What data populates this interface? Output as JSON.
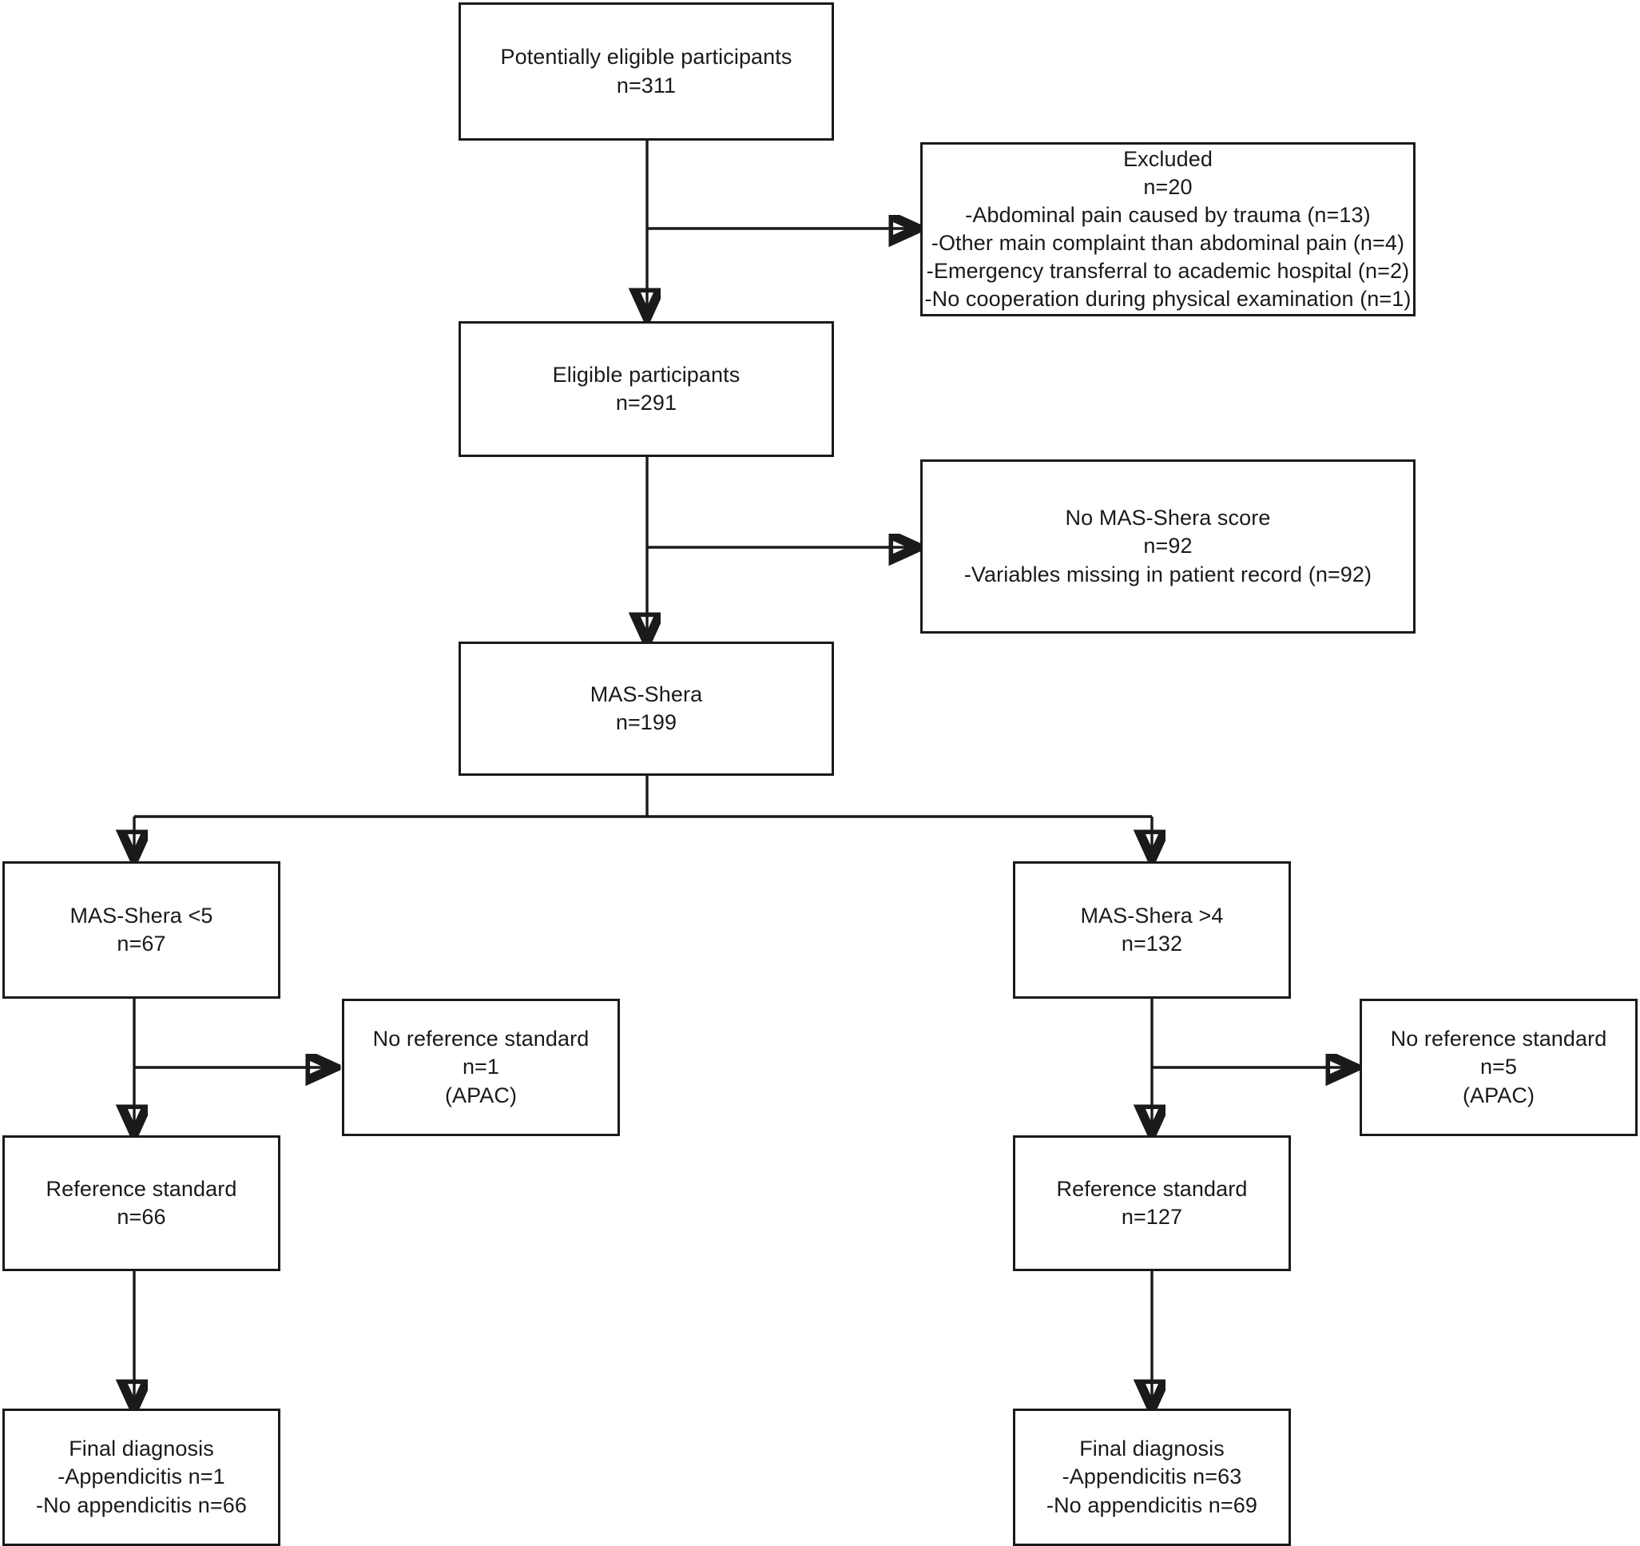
{
  "diagram": {
    "type": "flowchart",
    "title": "Participant flow diagram (MAS-Shera score study)",
    "nodes": {
      "potentially_eligible": {
        "lines": [
          "Potentially eligible participants",
          "n=311"
        ]
      },
      "excluded": {
        "lines": [
          "Excluded",
          "n=20",
          "-Abdominal pain caused by trauma (n=13)",
          "-Other main complaint than abdominal pain (n=4)",
          "-Emergency transferral to academic hospital (n=2)",
          "-No cooperation during physical examination (n=1)"
        ]
      },
      "eligible": {
        "lines": [
          "Eligible participants",
          "n=291"
        ]
      },
      "no_mas_shera_score": {
        "lines": [
          "No MAS-Shera score",
          "n=92",
          "-Variables missing in patient record (n=92)"
        ]
      },
      "mas_shera": {
        "lines": [
          "MAS-Shera",
          "n=199"
        ]
      },
      "mas_shera_low": {
        "lines": [
          "MAS-Shera <5",
          "n=67"
        ]
      },
      "mas_shera_high": {
        "lines": [
          "MAS-Shera >4",
          "n=132"
        ]
      },
      "no_reference_standard_left": {
        "lines": [
          "No reference standard",
          "n=1",
          "(APAC)"
        ]
      },
      "no_reference_standard_right": {
        "lines": [
          "No reference standard",
          "n=5",
          "(APAC)"
        ]
      },
      "reference_standard_left": {
        "lines": [
          "Reference standard",
          "n=66"
        ]
      },
      "reference_standard_right": {
        "lines": [
          "Reference standard",
          "n=127"
        ]
      },
      "final_diagnosis_left": {
        "lines": [
          "Final diagnosis",
          "-Appendicitis n=1",
          "-No appendicitis n=66"
        ]
      },
      "final_diagnosis_right": {
        "lines": [
          "Final diagnosis",
          "-Appendicitis n=63",
          "-No appendicitis n=69"
        ]
      }
    },
    "colors": {
      "box_border": "#1a1a1a",
      "box_fill": "#ffffff",
      "text": "#1a1a1a",
      "connector": "#1a1a1a"
    }
  }
}
